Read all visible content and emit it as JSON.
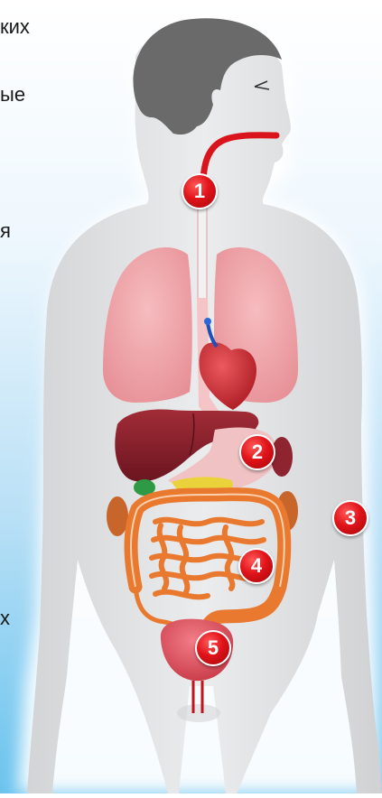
{
  "text_fragments": [
    "ких",
    "ые",
    "я",
    "х"
  ],
  "markers": [
    "1",
    "2",
    "3",
    "4",
    "5"
  ],
  "colors": {
    "background_top": "#ffffff",
    "background_bottom": "#6ac3ee",
    "body_fill": "#e4e5e7",
    "hair": "#6a6a6a",
    "esophagus": "#d9141c",
    "lungs": "#f0a2a6",
    "heart": "#c7232a",
    "liver": "#8a1f2a",
    "stomach": "#f1c2c4",
    "intestine": "#e8792f",
    "bladder": "#e0525e",
    "marker_red": "#e0141a"
  }
}
